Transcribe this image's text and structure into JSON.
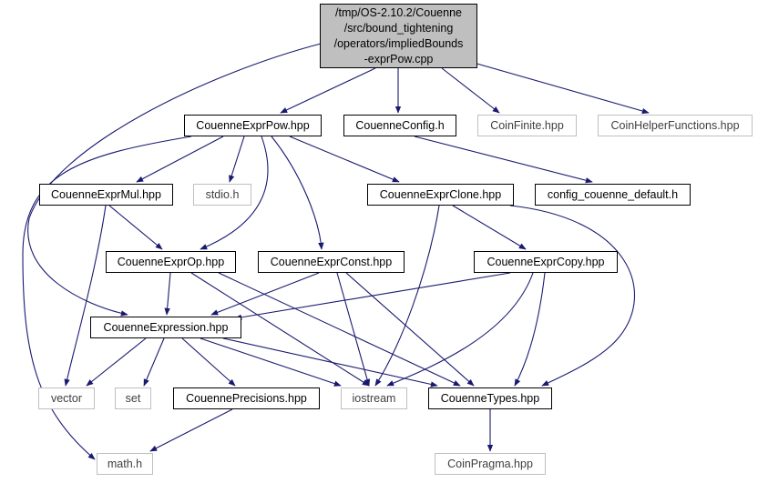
{
  "graph": {
    "edge_color": "#191970",
    "root": {
      "lines": [
        "/tmp/OS-2.10.2/Couenne",
        "/src/bound_tightening",
        "/operators/impliedBounds",
        "-exprPow.cpp"
      ],
      "fill": "#bfbfbf"
    },
    "nodes": {
      "couenne_expr_pow": "CouenneExprPow.hpp",
      "couenne_config": "CouenneConfig.h",
      "coin_finite": "CoinFinite.hpp",
      "coin_helper_functions": "CoinHelperFunctions.hpp",
      "couenne_expr_mul": "CouenneExprMul.hpp",
      "stdio": "stdio.h",
      "couenne_expr_clone": "CouenneExprClone.hpp",
      "config_couenne_default": "config_couenne_default.h",
      "couenne_expr_op": "CouenneExprOp.hpp",
      "couenne_expr_const": "CouenneExprConst.hpp",
      "couenne_expr_copy": "CouenneExprCopy.hpp",
      "couenne_expression": "CouenneExpression.hpp",
      "vector": "vector",
      "set": "set",
      "couenne_precisions": "CouennePrecisions.hpp",
      "iostream": "iostream",
      "couenne_types": "CouenneTypes.hpp",
      "math": "math.h",
      "coin_pragma": "CoinPragma.hpp"
    }
  }
}
